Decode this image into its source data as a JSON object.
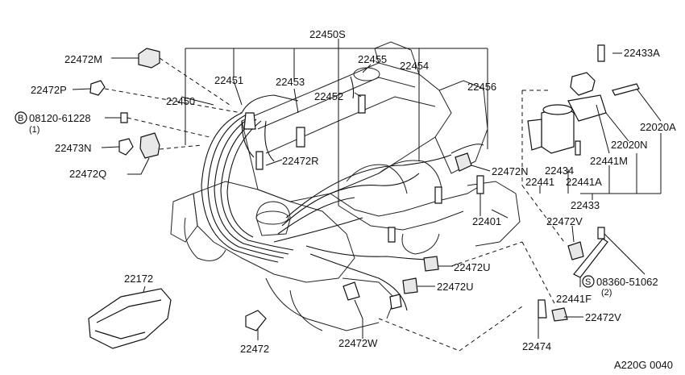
{
  "labels": {
    "l22450S": "22450S",
    "l22455": "22455",
    "l22454": "22454",
    "l22472M": "22472M",
    "l22451": "22451",
    "l22453": "22453",
    "l22452": "22452",
    "l22456": "22456",
    "l22472P": "22472P",
    "l22450": "22450",
    "l08120": "08120-61228",
    "l08120q": "(1)",
    "l22473N": "22473N",
    "l22472Q": "22472Q",
    "l22472R": "22472R",
    "l22472N": "22472N",
    "l22401": "22401",
    "l22433A": "22433A",
    "l22020A": "22020A",
    "l22020N": "22020N",
    "l22441M": "22441M",
    "l22434": "22434",
    "l22441": "22441",
    "l22441A": "22441A",
    "l22433": "22433",
    "l22472V_a": "22472V",
    "l08360": "08360-51062",
    "l08360q": "(2)",
    "l22441F": "22441F",
    "l22472U_a": "22472U",
    "l22472U_b": "22472U",
    "l22172": "22172",
    "l22472V_b": "22472V",
    "l22474": "22474",
    "l22472": "22472",
    "l22472W": "22472W",
    "code": "A220G 0040"
  },
  "markers": {
    "bolt_b": "B",
    "bolt_s": "S"
  }
}
